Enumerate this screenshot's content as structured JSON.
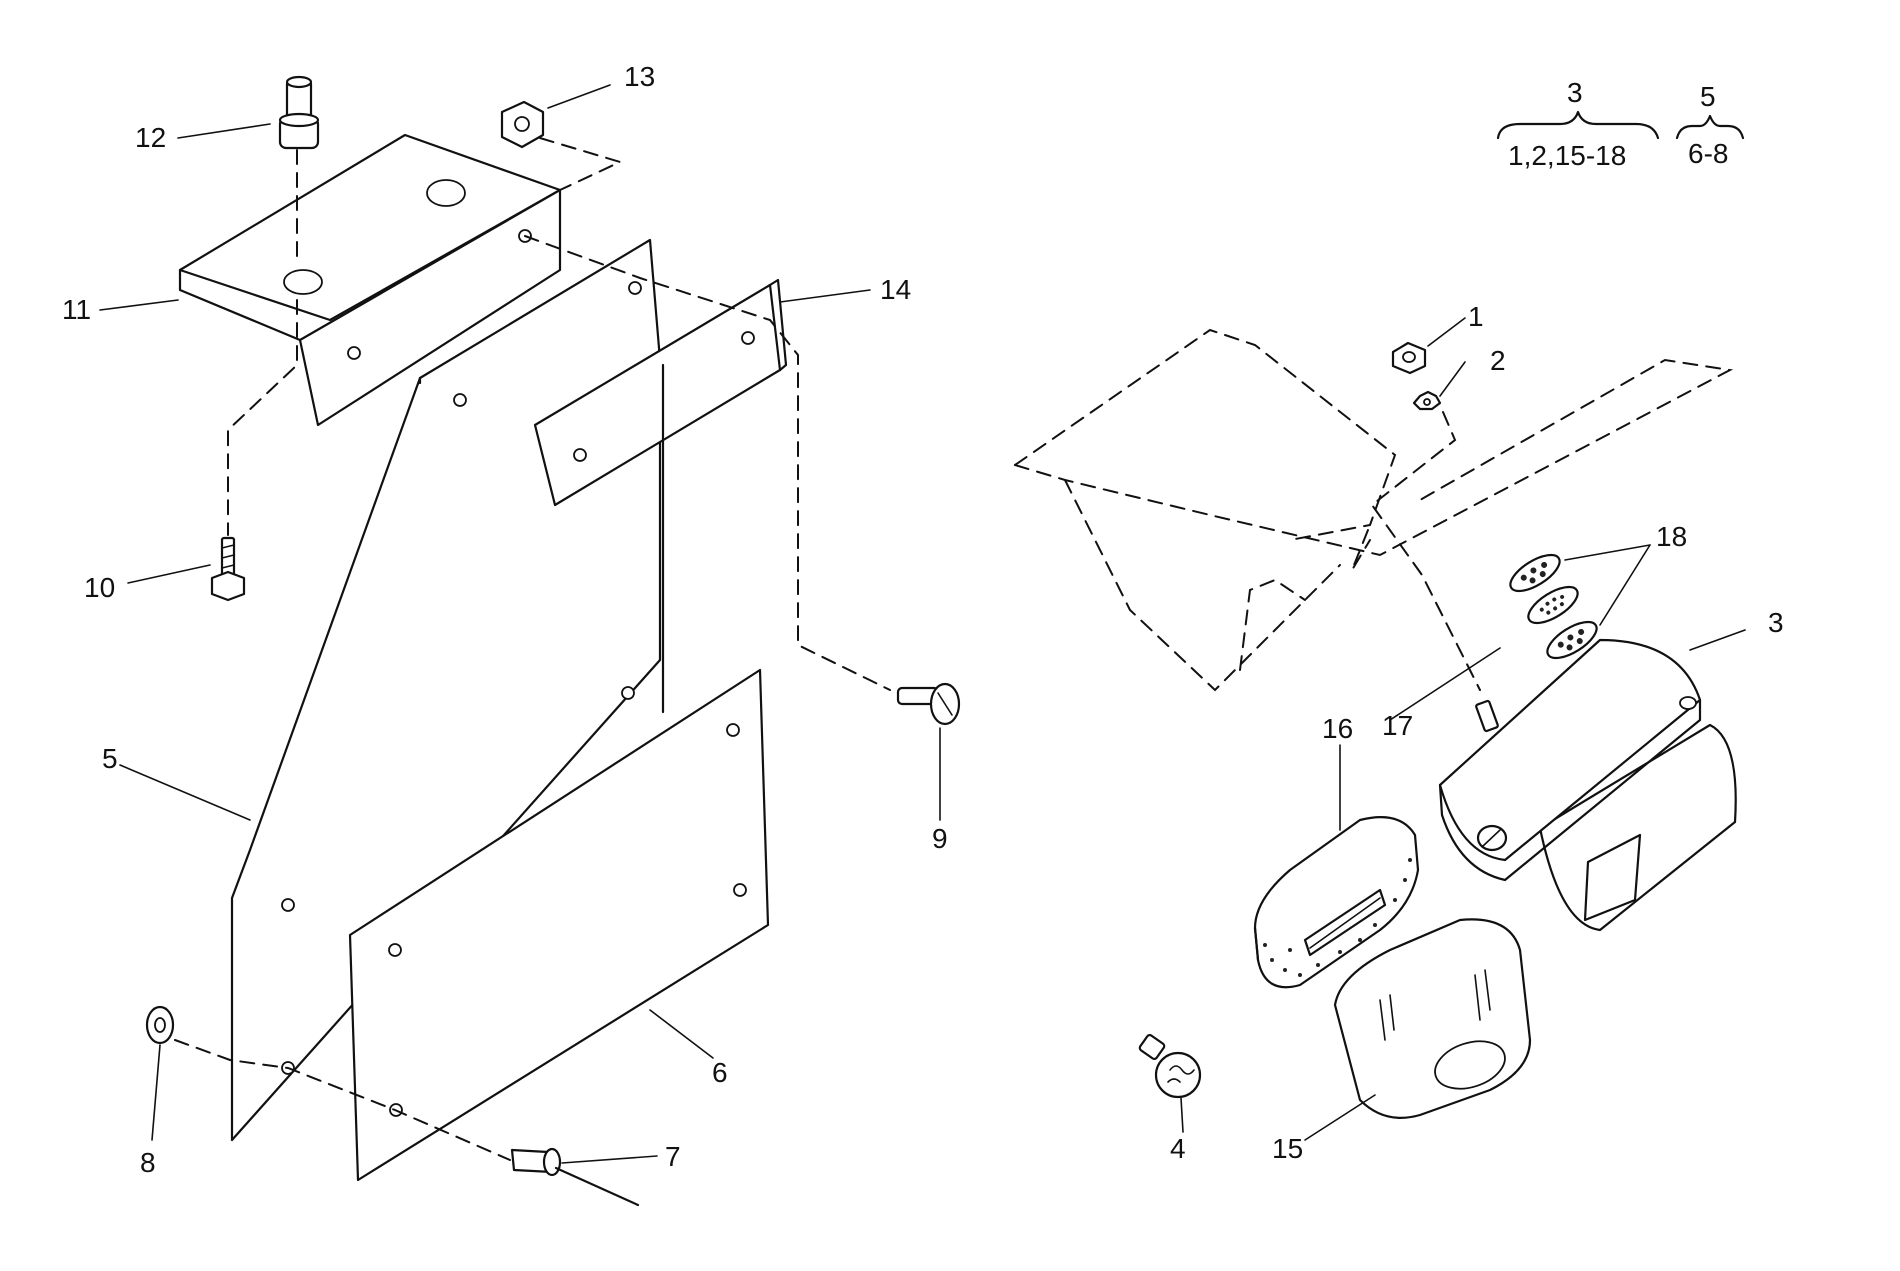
{
  "callouts": {
    "c1": "1",
    "c2": "2",
    "c3": "3",
    "c4": "4",
    "c5": "5",
    "c6": "6",
    "c7": "7",
    "c8": "8",
    "c9": "9",
    "c10": "10",
    "c11": "11",
    "c12": "12",
    "c13": "13",
    "c14": "14",
    "c15": "15",
    "c16": "16",
    "c17": "17",
    "c18": "18"
  },
  "legend": {
    "group_a_parent": "3",
    "group_a_children": "1,2,15-18",
    "group_b_parent": "5",
    "group_b_children": "6-8"
  }
}
